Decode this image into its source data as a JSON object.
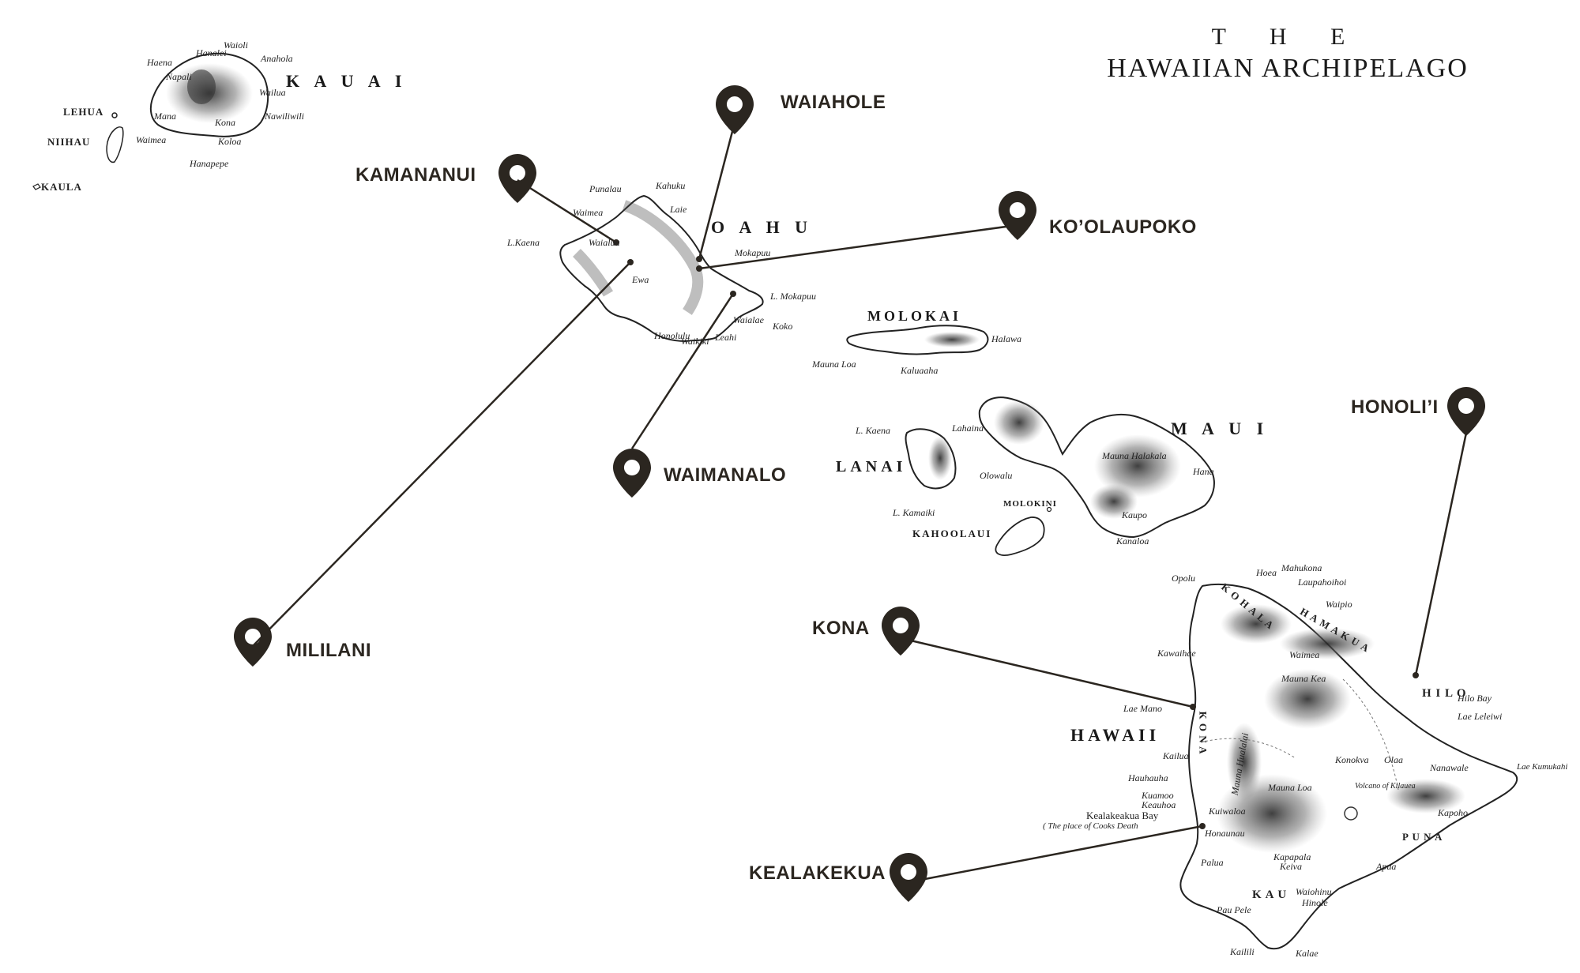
{
  "title": {
    "line1": "T H E",
    "line2": "HAWAIIAN ARCHIPELAGO"
  },
  "colors": {
    "ink": "#2b2620",
    "pin": "#2b2620",
    "line": "#2b2620",
    "land": "#ffffff",
    "shade": "#555555"
  },
  "islands": {
    "kauai": "K A U A I",
    "oahu": "O A H U",
    "molokai": "MOLOKAI",
    "maui": "M A U I",
    "lanai": "LANAI",
    "hawaii": "HAWAII",
    "kahoolawe": "KAHOOLAUI",
    "molokini": "MOLOKINI",
    "niihau": "NIIHAU",
    "lehua": "LEHUA",
    "kaula": "KAULA"
  },
  "places": {
    "haena": "Haena",
    "hanalei": "Hanalei",
    "waioli": "Waioli",
    "anahola": "Anahola",
    "wailua": "Wailua",
    "nawiliwili": "Nawiliwili",
    "waimea_k": "Waimea",
    "kona_k": "Kona",
    "koloa": "Koloa",
    "hanapepe": "Hanapepe",
    "mana": "Mana",
    "napali": "Napali",
    "punalau": "Punalau",
    "kahuku": "Kahuku",
    "laie": "Laie",
    "waimea_o": "Waimea",
    "lkaena_o": "L.Kaena",
    "waialua": "Waialua",
    "mokapuu": "Mokapuu",
    "ewa": "Ewa",
    "lmokapuu": "L. Mokapuu",
    "honolulu": "Honolulu",
    "waikiki": "Waikiki",
    "leahi": "Leahi",
    "waialae": "Waialae",
    "koko": "Koko",
    "halawa": "Halawa",
    "maunaloa_m": "Mauna Loa",
    "kaluaaha": "Kaluaaha",
    "lkaena_l": "L. Kaena",
    "lahaina": "Lahaina",
    "olowalu": "Olowalu",
    "lkamaiki": "L. Kamaiki",
    "kaupo": "Kaupo",
    "kanaloa": "Kanaloa",
    "hana": "Hana",
    "haleakala": "Mauna Halakala",
    "opolu": "Opolu",
    "hoea": "Hoea",
    "mahukona": "Mahukona",
    "laupahoihoi": "Laupahoihoi",
    "waipio": "Waipio",
    "kohala": "K O H A L A",
    "hamakua": "H A M A K U A",
    "kawaihae": "Kawaihae",
    "waimea_h": "Waimea",
    "maunakea": "Mauna Kea",
    "hilo": "H I L O",
    "hilobay": "Hilo Bay",
    "laeleleiwi": "Lae Leleiwi",
    "laemano": "Lae Mano",
    "kailua": "Kailua",
    "hualalai": "Mauna Hualalai",
    "hauhauha": "Hauhauha",
    "kuamoo": "Kuamoo",
    "keauhoa": "Keauhoa",
    "kealakeakua_bay": "Kealakeakua Bay",
    "cook": "( The place of Cooks Death",
    "honaunau": "Honaunau",
    "kuiwaloa": "Kuiwaloa",
    "maunaloa_h": "Mauna Loa",
    "kilauea": "Volcano of Kilauea",
    "konokva": "Konokva",
    "olaa": "Olaa",
    "nanawale": "Nanawale",
    "kapoho": "Kapoho",
    "lae_kumukahi": "Lae Kumukahi",
    "puna": "P U N A",
    "kau": "K A U",
    "kapapala": "Kapapala",
    "keiva": "Keiva",
    "apua": "Apua",
    "palua": "Palua",
    "waiohinu": "Waiohinu",
    "hinole": "Hinole",
    "paupele": "Pau Pele",
    "kailili": "Kailili",
    "kalae": "Kalae",
    "konar": "K O N A"
  },
  "markers": [
    {
      "id": "waiahole",
      "label": "WAIAHOLE"
    },
    {
      "id": "kamananui",
      "label": "KAMANANUI"
    },
    {
      "id": "koolaupoko",
      "label": "KO’OLAUPOKO"
    },
    {
      "id": "waimanalo",
      "label": "WAIMANALO"
    },
    {
      "id": "mililani",
      "label": "MILILANI"
    },
    {
      "id": "honolii",
      "label": "HONOLI’I"
    },
    {
      "id": "kona",
      "label": "KONA"
    },
    {
      "id": "kealakekua",
      "label": "KEALAKEKUA"
    }
  ]
}
